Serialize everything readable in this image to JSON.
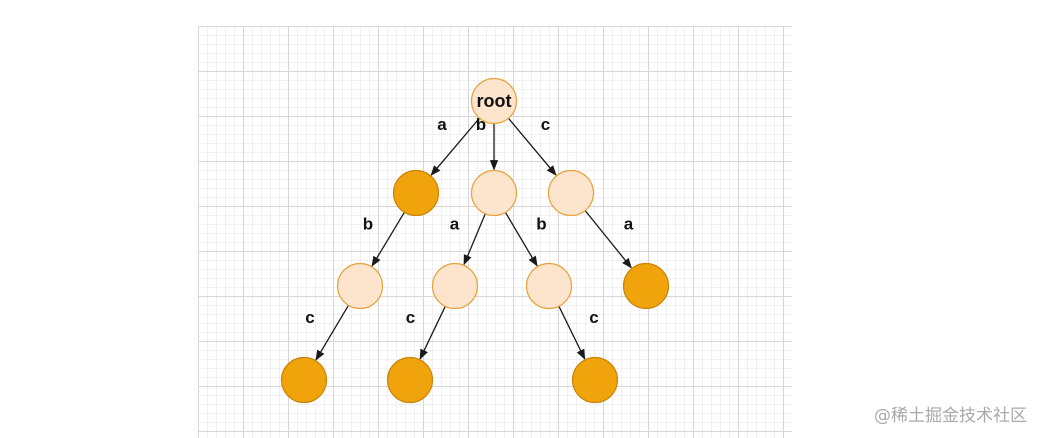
{
  "diagram": {
    "nodes": [
      {
        "id": "root",
        "label": "root",
        "terminal": false
      },
      {
        "id": "a",
        "label": "",
        "terminal": true
      },
      {
        "id": "b",
        "label": "",
        "terminal": false
      },
      {
        "id": "c",
        "label": "",
        "terminal": false
      },
      {
        "id": "ab",
        "label": "",
        "terminal": false
      },
      {
        "id": "ba",
        "label": "",
        "terminal": false
      },
      {
        "id": "bb",
        "label": "",
        "terminal": false
      },
      {
        "id": "ca",
        "label": "",
        "terminal": true
      },
      {
        "id": "abc",
        "label": "",
        "terminal": true
      },
      {
        "id": "bac",
        "label": "",
        "terminal": true
      },
      {
        "id": "bbc",
        "label": "",
        "terminal": true
      }
    ],
    "edges": [
      {
        "from": "root",
        "to": "a",
        "label": "a"
      },
      {
        "from": "root",
        "to": "b",
        "label": "b"
      },
      {
        "from": "root",
        "to": "c",
        "label": "c"
      },
      {
        "from": "a",
        "to": "ab",
        "label": "b"
      },
      {
        "from": "b",
        "to": "ba",
        "label": "a"
      },
      {
        "from": "b",
        "to": "bb",
        "label": "b"
      },
      {
        "from": "c",
        "to": "ca",
        "label": "a"
      },
      {
        "from": "ab",
        "to": "abc",
        "label": "c"
      },
      {
        "from": "ba",
        "to": "bac",
        "label": "c"
      },
      {
        "from": "bb",
        "to": "bbc",
        "label": "c"
      }
    ]
  },
  "colors": {
    "node_fill": "#fde4cc",
    "node_stroke": "#e8a33d",
    "terminal_fill": "#f0a30a",
    "terminal_stroke": "#c98508",
    "edge": "#1a1a1a"
  },
  "watermark": "@稀土掘金技术社区"
}
